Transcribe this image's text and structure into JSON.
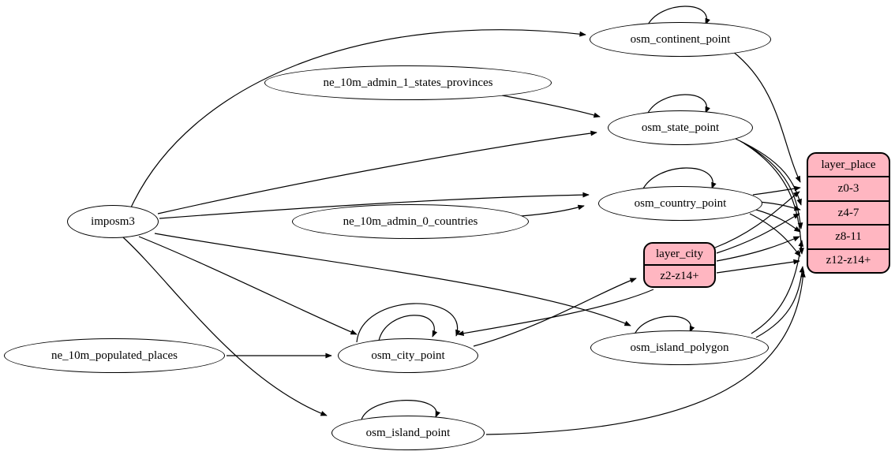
{
  "diagram": {
    "colors": {
      "background": "#ffffff",
      "ellipse_fill": "#ffffff",
      "record_fill": "#ffb6c1",
      "border": "#000000",
      "edge": "#000000"
    },
    "nodes": {
      "imposm3": {
        "label": "imposm3",
        "shape": "ellipse"
      },
      "ne_10m_admin_1_states_provinces": {
        "label": "ne_10m_admin_1_states_provinces",
        "shape": "ellipse"
      },
      "ne_10m_admin_0_countries": {
        "label": "ne_10m_admin_0_countries",
        "shape": "ellipse"
      },
      "ne_10m_populated_places": {
        "label": "ne_10m_populated_places",
        "shape": "ellipse"
      },
      "osm_continent_point": {
        "label": "osm_continent_point",
        "shape": "ellipse"
      },
      "osm_state_point": {
        "label": "osm_state_point",
        "shape": "ellipse"
      },
      "osm_country_point": {
        "label": "osm_country_point",
        "shape": "ellipse"
      },
      "osm_city_point": {
        "label": "osm_city_point",
        "shape": "ellipse"
      },
      "osm_island_polygon": {
        "label": "osm_island_polygon",
        "shape": "ellipse"
      },
      "osm_island_point": {
        "label": "osm_island_point",
        "shape": "ellipse"
      },
      "layer_city": {
        "title": "layer_city",
        "rows": [
          "z2-z14+"
        ],
        "shape": "record"
      },
      "layer_place": {
        "title": "layer_place",
        "rows": [
          "z0-3",
          "z4-7",
          "z8-11",
          "z12-z14+"
        ],
        "shape": "record"
      }
    },
    "edges": [
      {
        "from": "imposm3",
        "to": "osm_continent_point"
      },
      {
        "from": "imposm3",
        "to": "osm_state_point"
      },
      {
        "from": "imposm3",
        "to": "osm_country_point"
      },
      {
        "from": "imposm3",
        "to": "osm_city_point"
      },
      {
        "from": "imposm3",
        "to": "osm_island_polygon"
      },
      {
        "from": "imposm3",
        "to": "osm_island_point"
      },
      {
        "from": "ne_10m_admin_1_states_provinces",
        "to": "osm_state_point"
      },
      {
        "from": "ne_10m_admin_0_countries",
        "to": "osm_country_point"
      },
      {
        "from": "ne_10m_populated_places",
        "to": "osm_city_point"
      },
      {
        "from": "osm_continent_point",
        "to": "osm_continent_point"
      },
      {
        "from": "osm_state_point",
        "to": "osm_state_point"
      },
      {
        "from": "osm_country_point",
        "to": "osm_country_point"
      },
      {
        "from": "osm_city_point",
        "to": "osm_city_point"
      },
      {
        "from": "osm_city_point",
        "to": "osm_city_point"
      },
      {
        "from": "osm_island_polygon",
        "to": "osm_island_polygon"
      },
      {
        "from": "osm_island_point",
        "to": "osm_island_point"
      },
      {
        "from": "osm_continent_point",
        "to": "layer_place",
        "port": "z0-3"
      },
      {
        "from": "osm_country_point",
        "to": "layer_place",
        "port": "z0-3"
      },
      {
        "from": "osm_country_point",
        "to": "layer_place",
        "port": "z4-7"
      },
      {
        "from": "osm_country_point",
        "to": "layer_place",
        "port": "z8-11"
      },
      {
        "from": "osm_country_point",
        "to": "layer_place",
        "port": "z12-z14+"
      },
      {
        "from": "osm_state_point",
        "to": "layer_place",
        "port": "z4-7"
      },
      {
        "from": "osm_state_point",
        "to": "layer_place",
        "port": "z8-11"
      },
      {
        "from": "osm_state_point",
        "to": "layer_place",
        "port": "z12-z14+"
      },
      {
        "from": "osm_city_point",
        "to": "layer_city",
        "port": "z2-z14+"
      },
      {
        "from": "layer_city",
        "to": "layer_place",
        "port": "z0-3"
      },
      {
        "from": "layer_city",
        "to": "layer_place",
        "port": "z4-7"
      },
      {
        "from": "layer_city",
        "to": "layer_place",
        "port": "z8-11"
      },
      {
        "from": "layer_city",
        "to": "layer_place",
        "port": "z12-z14+"
      },
      {
        "from": "layer_city",
        "to": "osm_city_point"
      },
      {
        "from": "osm_island_polygon",
        "to": "layer_place",
        "port": "z8-11"
      },
      {
        "from": "osm_island_polygon",
        "to": "layer_place",
        "port": "z12-z14+"
      },
      {
        "from": "osm_island_point",
        "to": "layer_place",
        "port": "z12-z14+"
      }
    ]
  }
}
